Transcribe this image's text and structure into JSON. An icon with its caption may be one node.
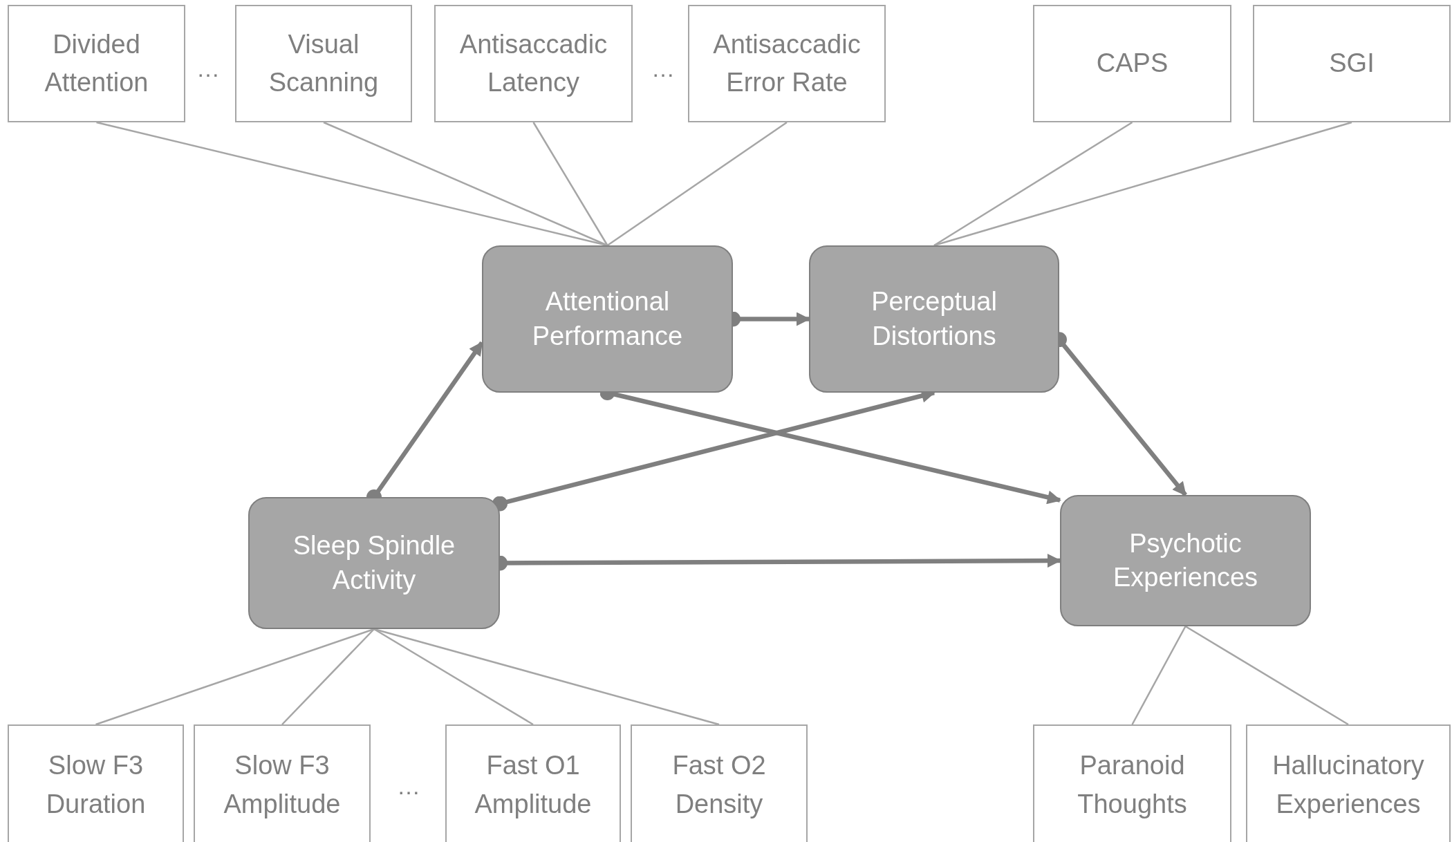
{
  "diagram": {
    "nodes": [
      {
        "text": [
          "Divided Attention"
        ]
      },
      {
        "text": [
          "Visual Scanning"
        ]
      },
      {
        "text": [
          "Antisaccadic Latency"
        ]
      },
      {
        "text": [
          "Antisaccadic Error Rate"
        ]
      },
      {
        "text": [
          "CAPS"
        ]
      },
      {
        "text": [
          "SGI"
        ]
      },
      {
        "text": [
          "Attentional Performance"
        ]
      },
      {
        "text": [
          "Perceptual Distortions"
        ]
      },
      {
        "text": [
          "Sleep Spindle Activity"
        ]
      },
      {
        "text": [
          "Psychotic Experiences"
        ]
      },
      {
        "text": [
          "Slow F3 Duration"
        ]
      },
      {
        "text": [
          "Slow F3 Amplitude"
        ]
      },
      {
        "text": [
          "Fast O1 Amplitude"
        ]
      },
      {
        "text": [
          "Fast O2 Density"
        ]
      },
      {
        "text": [
          "Paranoid Thoughts"
        ]
      },
      {
        "text": [
          "Hallucinatory Experiences"
        ]
      }
    ],
    "edges": [
      {
        "from": 6,
        "to": 0,
        "arrow": "none"
      },
      {
        "from": 6,
        "to": 1,
        "arrow": "none"
      },
      {
        "from": 6,
        "to": 2,
        "arrow": "none"
      },
      {
        "from": 6,
        "to": 3,
        "arrow": "none"
      },
      {
        "from": 7,
        "to": 4,
        "arrow": "none"
      },
      {
        "from": 7,
        "to": 5,
        "arrow": "none"
      },
      {
        "from": 8,
        "to": 10,
        "arrow": "none"
      },
      {
        "from": 8,
        "to": 11,
        "arrow": "none"
      },
      {
        "from": 8,
        "to": 12,
        "arrow": "none"
      },
      {
        "from": 8,
        "to": 13,
        "arrow": "none"
      },
      {
        "from": 9,
        "to": 14,
        "arrow": "none"
      },
      {
        "from": 9,
        "to": 15,
        "arrow": "none"
      },
      {
        "from": 8,
        "to": 6,
        "arrow": "to",
        "style": "thick",
        "color": "#7f7f7f"
      },
      {
        "from": 6,
        "to": 7,
        "arrow": "to",
        "style": "thick",
        "color": "#7f7f7f"
      },
      {
        "from": 7,
        "to": 9,
        "arrow": "to",
        "style": "thick",
        "color": "#7f7f7f"
      },
      {
        "from": 6,
        "to": 9,
        "arrow": "to",
        "style": "thick",
        "color": "#7f7f7f"
      },
      {
        "from": 8,
        "to": 7,
        "arrow": "to",
        "style": "thick",
        "color": "#7f7f7f"
      },
      {
        "from": 8,
        "to": 9,
        "arrow": "to",
        "style": "thick",
        "color": "#7f7f7f"
      }
    ],
    "labels": [
      "…",
      "…",
      "…"
    ]
  }
}
